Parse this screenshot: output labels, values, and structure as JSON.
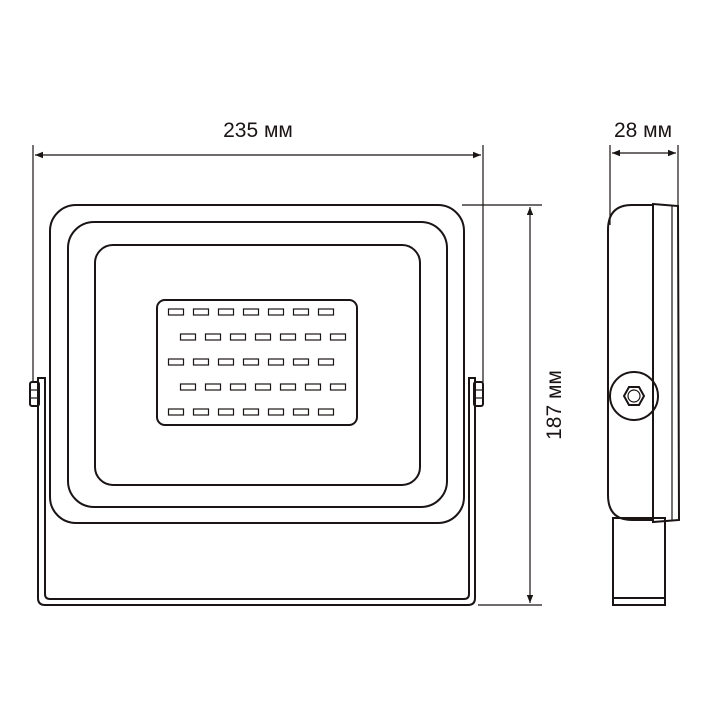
{
  "dimensions": {
    "width": "235 мм",
    "depth": "28 мм",
    "height": "187 мм"
  },
  "led_panel": {
    "rows": 5,
    "leds_per_row": 7
  },
  "colors": {
    "line": "#1a1414",
    "background": "#ffffff"
  }
}
